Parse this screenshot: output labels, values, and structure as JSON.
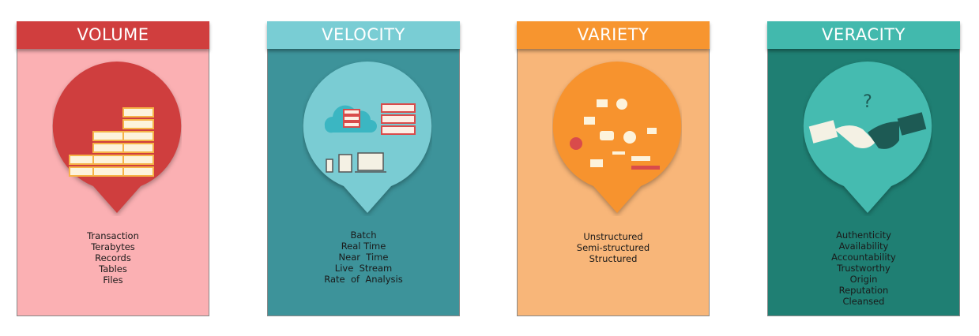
{
  "cards": [
    {
      "title": "VOLUME",
      "items": [
        "Transaction",
        "Terabytes",
        "Records",
        "Tables",
        "Files"
      ]
    },
    {
      "title": "VELOCITY",
      "items": [
        "Batch",
        "Real Time",
        "Near  Time",
        "Live  Stream",
        "Rate  of  Analysis"
      ]
    },
    {
      "title": "VARIETY",
      "items": [
        "Unstructured",
        "Semi-structured",
        "Structured"
      ]
    },
    {
      "title": "VERACITY",
      "items": [
        "Authenticity",
        "Availability",
        "Accountability",
        "Trustworthy",
        "Origin",
        "Reputation",
        "Cleansed"
      ]
    }
  ],
  "icons": [
    "server-stack-icon",
    "cloud-devices-icon",
    "data-types-icon",
    "handshake-icon"
  ],
  "colors": {
    "volume": {
      "header": "#d03e3e",
      "body": "#fbb0b3",
      "bubble": "#cf3e3e"
    },
    "velocity": {
      "header": "#79cdd4",
      "body": "#3d939a",
      "bubble": "#7accd3"
    },
    "variety": {
      "header": "#f7952f",
      "body": "#f8b679",
      "bubble": "#f7932e"
    },
    "veracity": {
      "header": "#42b9ad",
      "body": "#1f7f73",
      "bubble": "#45bbb0"
    }
  }
}
